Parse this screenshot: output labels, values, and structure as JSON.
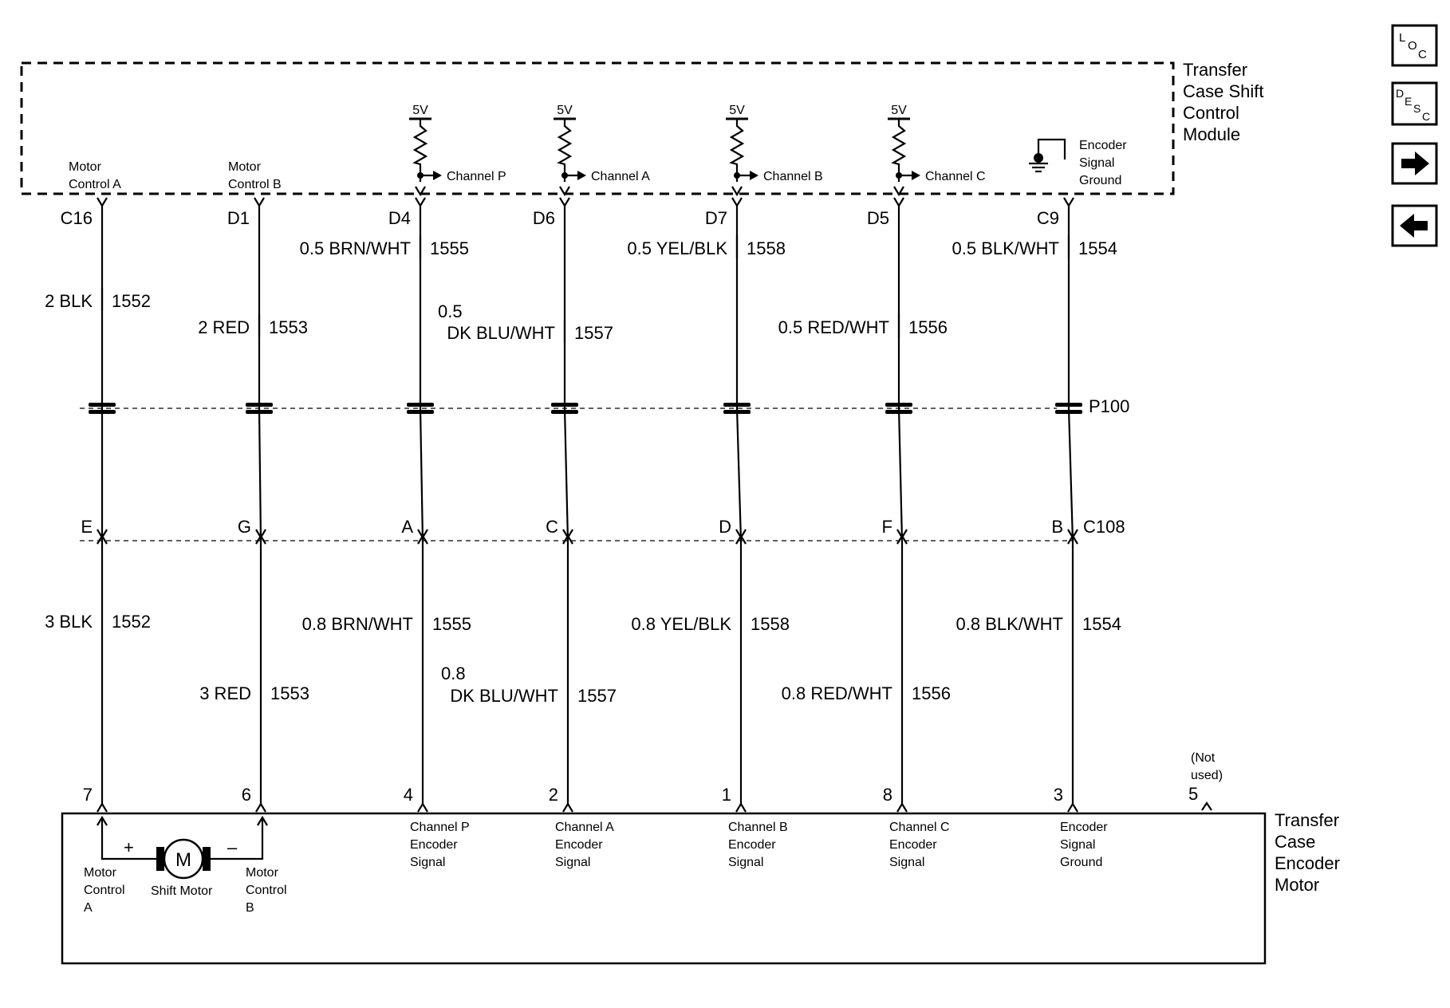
{
  "module_top": {
    "title_lines": [
      "Transfer",
      "Case Shift",
      "Control",
      "Module"
    ],
    "motor_a": [
      "Motor",
      "Control A"
    ],
    "motor_b": [
      "Motor",
      "Control B"
    ],
    "supply": "5V",
    "ground_label": [
      "Encoder",
      "Signal",
      "Ground"
    ]
  },
  "module_bottom": {
    "title_lines": [
      "Transfer",
      "Case",
      "Encoder",
      "Motor"
    ],
    "motor_a": [
      "Motor",
      "Control",
      "A"
    ],
    "motor_b": [
      "Motor",
      "Control",
      "B"
    ],
    "motor_symbol": "M",
    "motor_name": "Shift Motor",
    "plus": "+",
    "minus": "–",
    "not_used": [
      "(Not",
      "used)"
    ],
    "not_used_pin": "5"
  },
  "connectors": {
    "inline": "P100",
    "harness": "C108"
  },
  "circuits": [
    {
      "top_pin": "C16",
      "top_color": "2 BLK",
      "top_circuit": "1552",
      "c108_pin": "E",
      "bottom_color": "3 BLK",
      "bottom_circuit": "1552",
      "bottom_pin": "7"
    },
    {
      "top_pin": "D1",
      "top_color": "2 RED",
      "top_circuit": "1553",
      "c108_pin": "G",
      "bottom_color": "3 RED",
      "bottom_circuit": "1553",
      "bottom_pin": "6"
    },
    {
      "top_pin": "D4",
      "channel": "Channel P",
      "top_color": "0.5 BRN/WHT",
      "top_circuit": "1555",
      "c108_pin": "A",
      "bottom_color": "0.8 BRN/WHT",
      "bottom_circuit": "1555",
      "bottom_pin": "4",
      "bottom_label": [
        "Channel P",
        "Encoder",
        "Signal"
      ]
    },
    {
      "top_pin": "D6",
      "channel": "Channel A",
      "top_color_l1": "0.5",
      "top_color": "DK BLU/WHT",
      "top_circuit": "1557",
      "c108_pin": "C",
      "bottom_color_l1": "0.8",
      "bottom_color": "DK BLU/WHT",
      "bottom_circuit": "1557",
      "bottom_pin": "2",
      "bottom_label": [
        "Channel A",
        "Encoder",
        "Signal"
      ]
    },
    {
      "top_pin": "D7",
      "channel": "Channel B",
      "top_color": "0.5 YEL/BLK",
      "top_circuit": "1558",
      "c108_pin": "D",
      "bottom_color": "0.8 YEL/BLK",
      "bottom_circuit": "1558",
      "bottom_pin": "1",
      "bottom_label": [
        "Channel B",
        "Encoder",
        "Signal"
      ]
    },
    {
      "top_pin": "D5",
      "channel": "Channel C",
      "top_color": "0.5 RED/WHT",
      "top_circuit": "1556",
      "c108_pin": "F",
      "bottom_color": "0.8 RED/WHT",
      "bottom_circuit": "1556",
      "bottom_pin": "8",
      "bottom_label": [
        "Channel C",
        "Encoder",
        "Signal"
      ]
    },
    {
      "top_pin": "C9",
      "top_color": "0.5 BLK/WHT",
      "top_circuit": "1554",
      "c108_pin": "B",
      "bottom_color": "0.8 BLK/WHT",
      "bottom_circuit": "1554",
      "bottom_pin": "3",
      "bottom_label": [
        "Encoder",
        "Signal",
        "Ground"
      ]
    }
  ],
  "nav": {
    "loc": [
      "L",
      "O",
      "C"
    ],
    "desc": [
      "D",
      "E",
      "S",
      "C"
    ],
    "next_icon": "right-arrow-icon",
    "prev_icon": "left-arrow-icon"
  }
}
